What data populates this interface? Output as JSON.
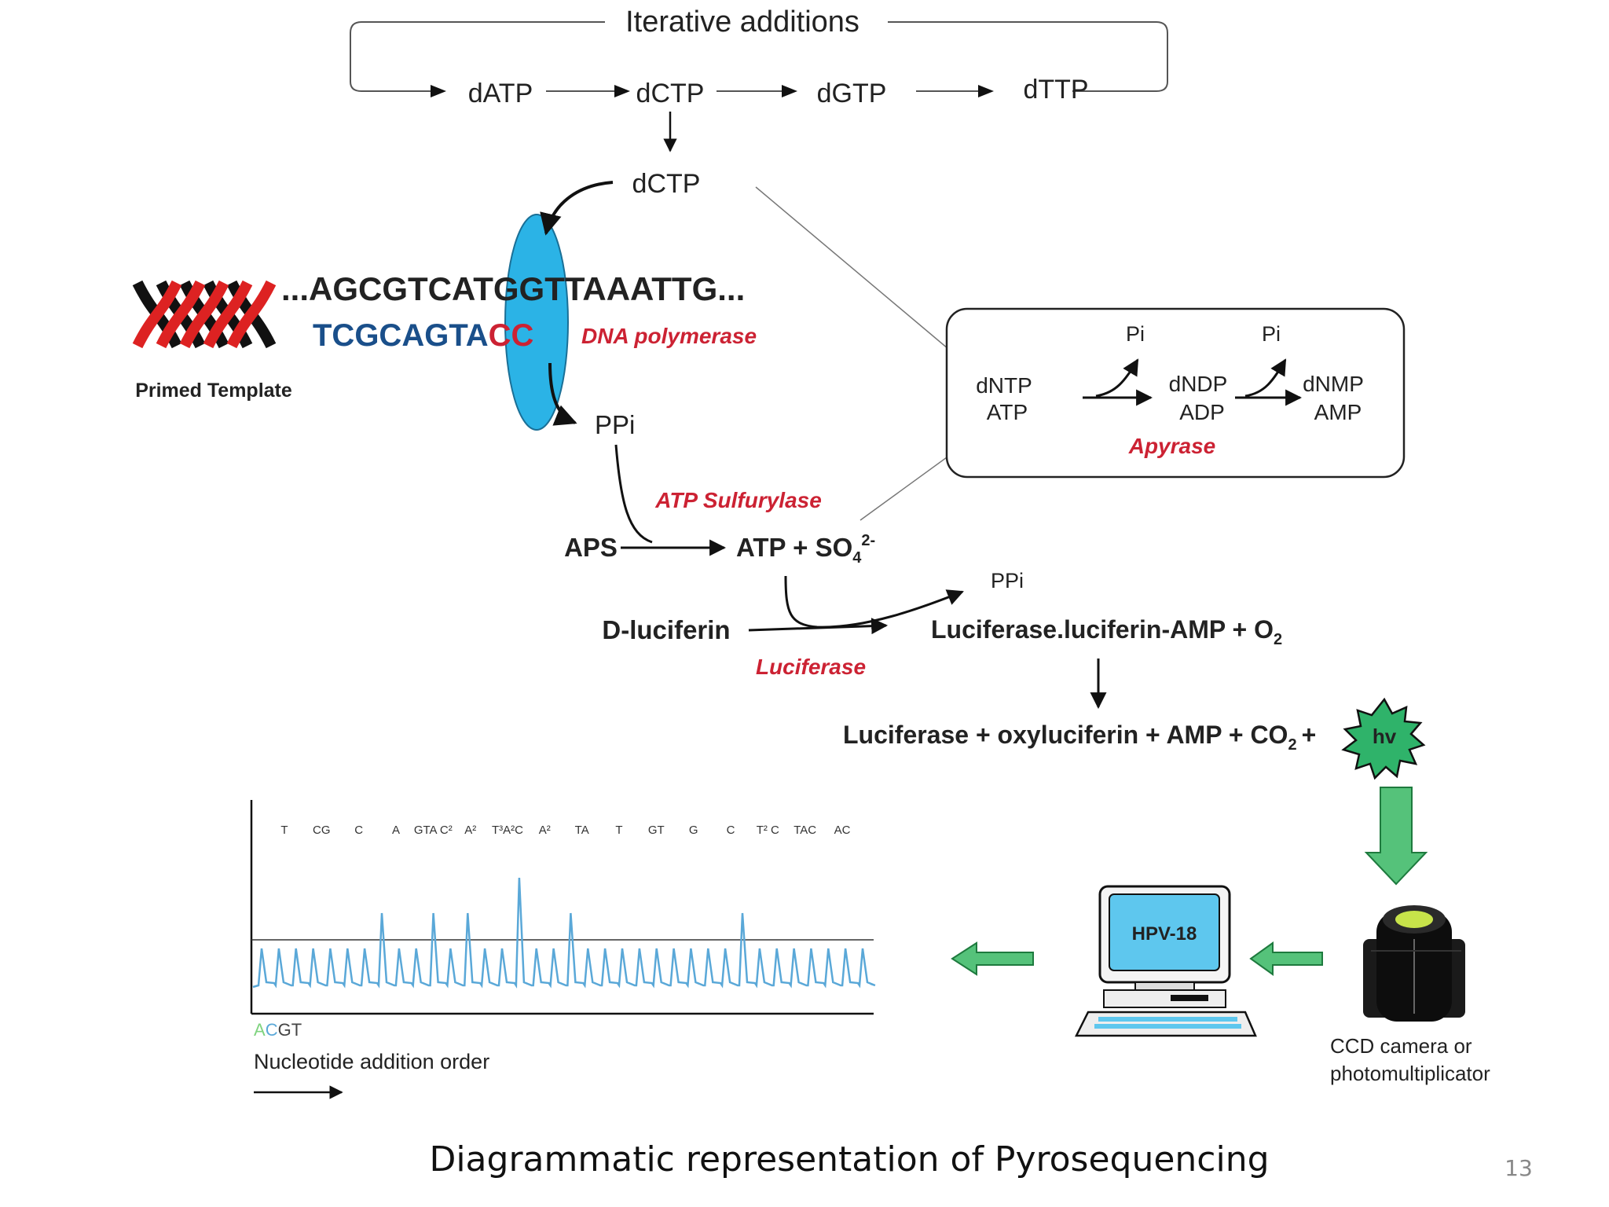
{
  "slide": {
    "caption": "Diagrammatic representation of Pyrosequencing",
    "page_number": "13"
  },
  "colors": {
    "enzyme_red": "#cc2233",
    "dna_red": "#dd2222",
    "dna_black": "#111111",
    "primer_blue": "#1a4f8a",
    "polymerase_ellipse": "#2bb3e6",
    "arrow_green": "#55c27a",
    "arrow_green_dark": "#1e7a3e",
    "flash_green": "#2fb36a",
    "screen_blue": "#5ec7ee",
    "trace_blue": "#5aa8d8"
  },
  "iterative": {
    "title": "Iterative additions",
    "nucleotides": [
      "dATP",
      "dCTP",
      "dGTP",
      "dTTP"
    ],
    "selected": "dCTP"
  },
  "template": {
    "label": "Primed Template",
    "top_strand": "...AGCGTCATGGTTAAATTG...",
    "primer": "TCGCAGTA",
    "incorporated": "CC",
    "enzyme": "DNA polymerase"
  },
  "reactions": {
    "ppi": "PPi",
    "sulfurylase": "ATP Sulfurylase",
    "aps": "APS",
    "atp_so4": "ATP + SO",
    "so4_sub": "4",
    "so4_sup": "2-",
    "d_luciferin": "D-luciferin",
    "luciferase_enzyme": "Luciferase",
    "ppi_out": "PPi",
    "luciferase_complex": "Luciferase.luciferin-AMP + O",
    "o2_sub": "2",
    "products": "Luciferase + oxyluciferin + AMP + CO",
    "co2_sub": "2",
    "plus": "+",
    "light": "hv"
  },
  "apyrase": {
    "enzyme": "Apyrase",
    "substrates": [
      "dNTP",
      "ATP"
    ],
    "intermediates": [
      "dNDP",
      "ADP"
    ],
    "products": [
      "dNMP",
      "AMP"
    ],
    "pi": [
      "Pi",
      "Pi"
    ]
  },
  "detector": {
    "label_line1": "CCD camera or",
    "label_line2": "photomultiplicator",
    "screen_text": "HPV-18"
  },
  "pyrogram": {
    "peak_labels": [
      "T",
      "CG",
      "C",
      "A",
      "GTA C²",
      "A²",
      "T³A²C",
      "A²",
      "TA",
      "T",
      "GT",
      "G",
      "C",
      "T² C",
      "TAC",
      "AC"
    ],
    "legend_letters": [
      "A",
      "C",
      "G",
      "T"
    ],
    "axis_label": "Nucleotide addition order",
    "peaks": [
      1,
      1,
      1,
      1,
      1,
      1,
      1,
      2,
      1,
      1,
      2,
      1,
      2,
      1,
      1,
      3,
      1,
      1,
      2,
      1,
      1,
      1,
      1,
      1,
      1,
      1,
      1,
      1,
      2,
      1,
      1,
      1,
      1,
      1,
      1,
      1
    ]
  }
}
